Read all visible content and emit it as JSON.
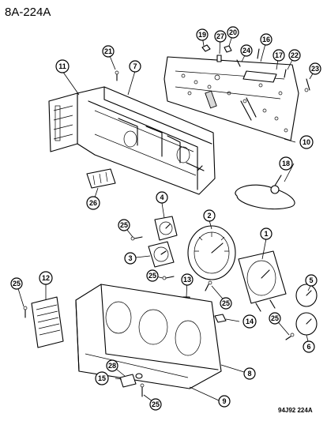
{
  "header": {
    "title": "8A-224A"
  },
  "footer": {
    "code": "94J92 224A"
  },
  "callouts": [
    {
      "id": "c1",
      "label": "1"
    },
    {
      "id": "c2",
      "label": "2"
    },
    {
      "id": "c3",
      "label": "3"
    },
    {
      "id": "c4",
      "label": "4"
    },
    {
      "id": "c5",
      "label": "5"
    },
    {
      "id": "c6",
      "label": "6"
    },
    {
      "id": "c7",
      "label": "7"
    },
    {
      "id": "c8",
      "label": "8"
    },
    {
      "id": "c9",
      "label": "9"
    },
    {
      "id": "c10",
      "label": "10"
    },
    {
      "id": "c11",
      "label": "11"
    },
    {
      "id": "c12",
      "label": "12"
    },
    {
      "id": "c13",
      "label": "13"
    },
    {
      "id": "c14",
      "label": "14"
    },
    {
      "id": "c15",
      "label": "15"
    },
    {
      "id": "c16",
      "label": "16"
    },
    {
      "id": "c17",
      "label": "17"
    },
    {
      "id": "c18",
      "label": "18"
    },
    {
      "id": "c19",
      "label": "19"
    },
    {
      "id": "c20",
      "label": "20"
    },
    {
      "id": "c21",
      "label": "21"
    },
    {
      "id": "c22",
      "label": "22"
    },
    {
      "id": "c23",
      "label": "23"
    },
    {
      "id": "c24",
      "label": "24"
    },
    {
      "id": "c25a",
      "label": "25"
    },
    {
      "id": "c25b",
      "label": "25"
    },
    {
      "id": "c25c",
      "label": "25"
    },
    {
      "id": "c25d",
      "label": "25"
    },
    {
      "id": "c25e",
      "label": "25"
    },
    {
      "id": "c25f",
      "label": "25"
    },
    {
      "id": "c26",
      "label": "26"
    },
    {
      "id": "c27",
      "label": "27"
    },
    {
      "id": "c28",
      "label": "28"
    }
  ]
}
